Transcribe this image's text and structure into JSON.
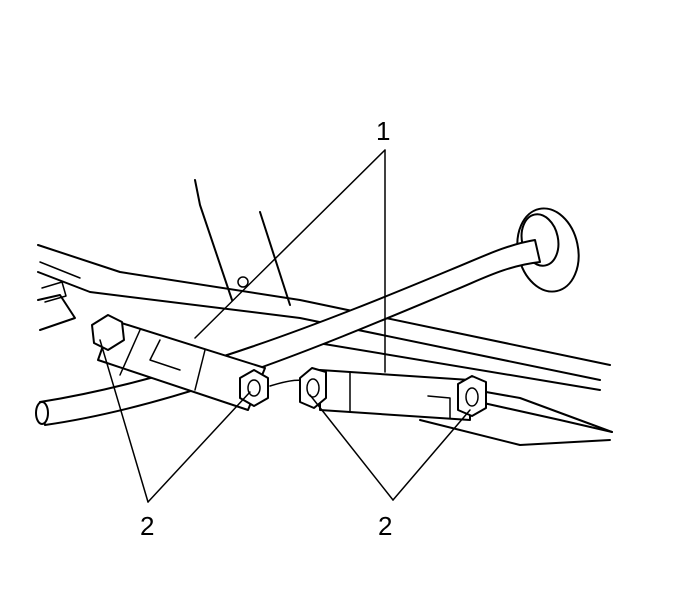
{
  "callouts": {
    "filter_label": "1",
    "fitting_label_left": "2",
    "fitting_label_right": "2"
  },
  "colors": {
    "ink": "#000000",
    "paper": "#ffffff"
  }
}
